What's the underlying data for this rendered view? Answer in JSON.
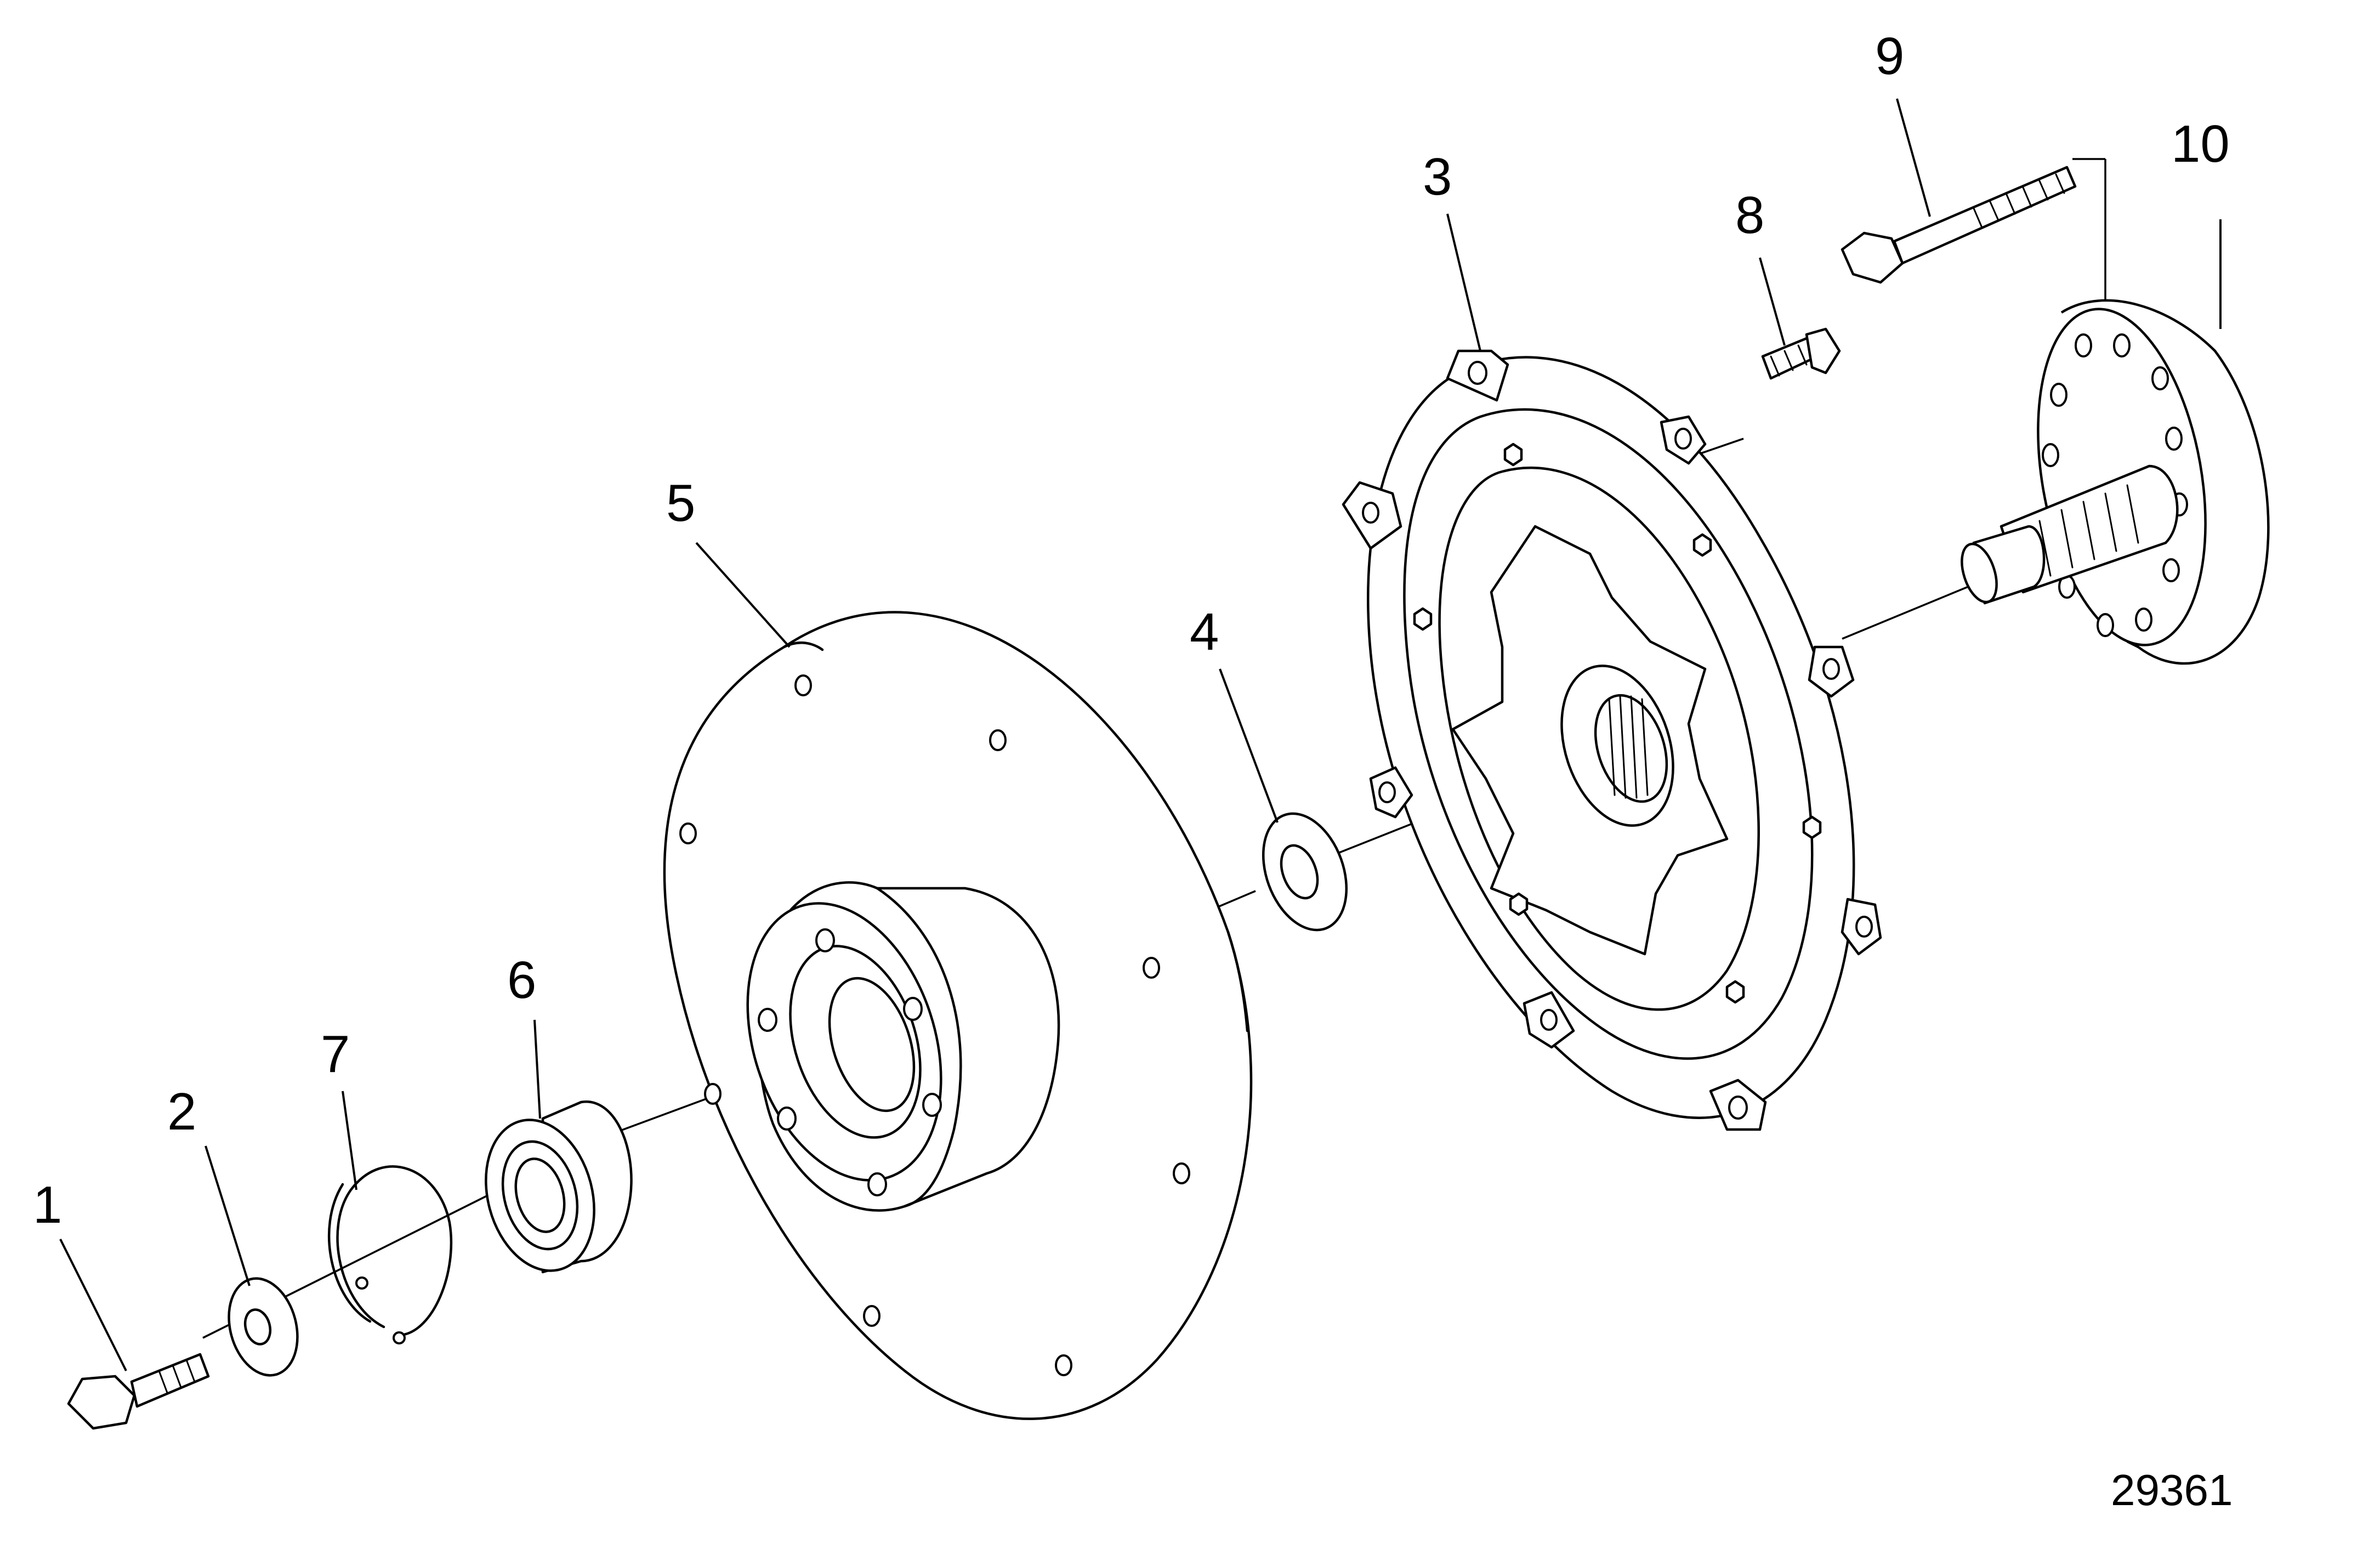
{
  "callouts": [
    {
      "id": "1",
      "label": "1"
    },
    {
      "id": "2",
      "label": "2"
    },
    {
      "id": "3",
      "label": "3"
    },
    {
      "id": "4",
      "label": "4"
    },
    {
      "id": "5",
      "label": "5"
    },
    {
      "id": "6",
      "label": "6"
    },
    {
      "id": "7",
      "label": "7"
    },
    {
      "id": "8",
      "label": "8"
    },
    {
      "id": "9",
      "label": "9"
    },
    {
      "id": "10",
      "label": "10"
    }
  ],
  "figure_number": "29361"
}
